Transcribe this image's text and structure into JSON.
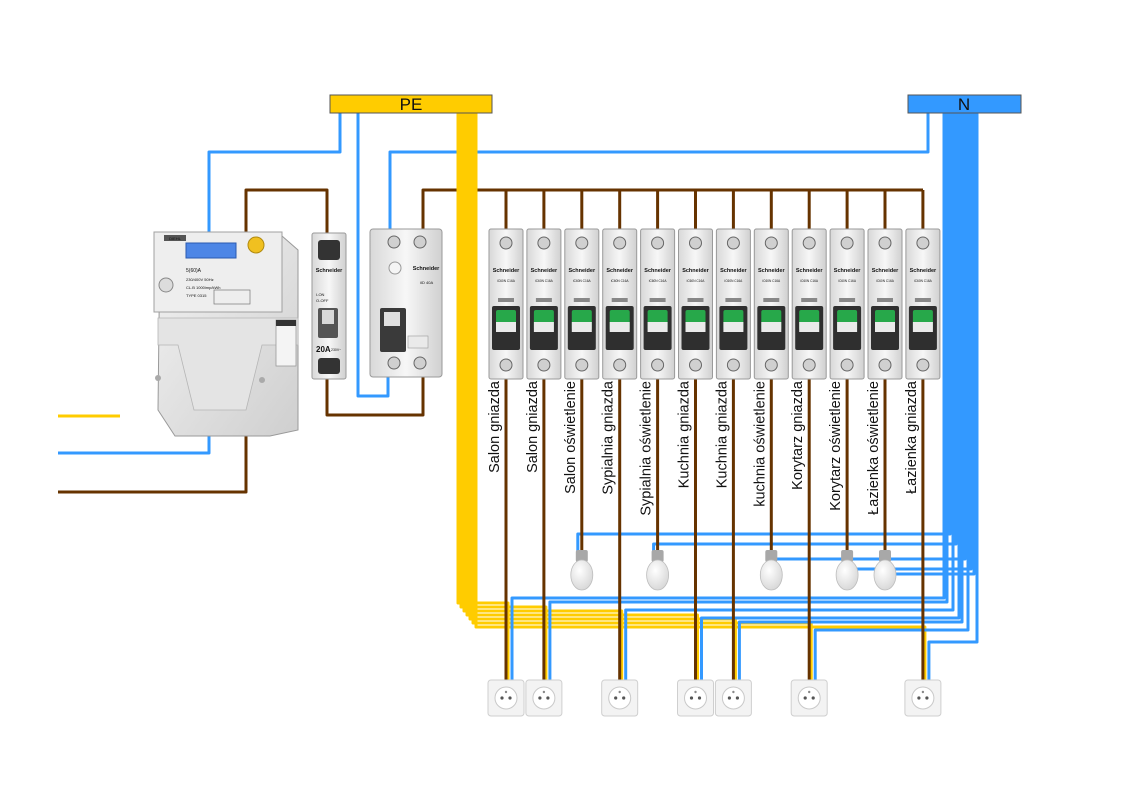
{
  "buses": {
    "pe": {
      "label": "PE",
      "color": "#FFCC00"
    },
    "n": {
      "label": "N",
      "color": "#3399FF"
    }
  },
  "wire_colors": {
    "phase": "#663300",
    "neutral": "#3399FF",
    "pe": "#FFCC00"
  },
  "meter": {
    "brand": "DIEHL",
    "rating_text": "5(60)A",
    "info_lines": [
      "230/400V 50Hz",
      "CL.B 1000imp/kWh",
      "TYPE 0315"
    ]
  },
  "main_breaker": {
    "brand": "Schneider",
    "rating": "20A",
    "voltage": "230V~",
    "marks": [
      "I-ON",
      "O-OFF"
    ]
  },
  "rcd": {
    "brand": "Schneider",
    "spec": "iID 40A"
  },
  "breaker_brand": "Schneider",
  "breaker_spec": "iC60N C16A",
  "circuits": [
    {
      "label": "Salon gniazda",
      "load": "socket"
    },
    {
      "label": "Salon gniazda",
      "load": "socket"
    },
    {
      "label": "Salon oświetlenie",
      "load": "lamp"
    },
    {
      "label": "Sypialnia gniazda",
      "load": "socket"
    },
    {
      "label": "Sypialnia oświetlenie",
      "load": "lamp"
    },
    {
      "label": "Kuchnia gniazda",
      "load": "socket"
    },
    {
      "label": "Kuchnia gniazda",
      "load": "socket"
    },
    {
      "label": "kuchnia oświetlenie",
      "load": "lamp"
    },
    {
      "label": "Korytarz gniazda",
      "load": "socket"
    },
    {
      "label": "Korytarz oświetlenie",
      "load": "lamp"
    },
    {
      "label": "Łazienka oświetlenie",
      "load": "lamp"
    },
    {
      "label": "Łazienka gniazda",
      "load": "socket"
    }
  ]
}
